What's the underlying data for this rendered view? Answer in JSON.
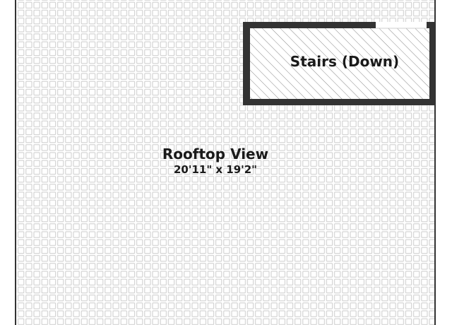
{
  "floorplan": {
    "rooms": [
      {
        "name": "Rooftop View",
        "dimensions": "20'11\" x 19'2\""
      },
      {
        "name": "Stairs (Down)"
      }
    ],
    "colors": {
      "wall": "#333333",
      "tile_outline": "#d0d0d0",
      "hatch": "#8a8a8a",
      "background": "#ffffff"
    }
  }
}
